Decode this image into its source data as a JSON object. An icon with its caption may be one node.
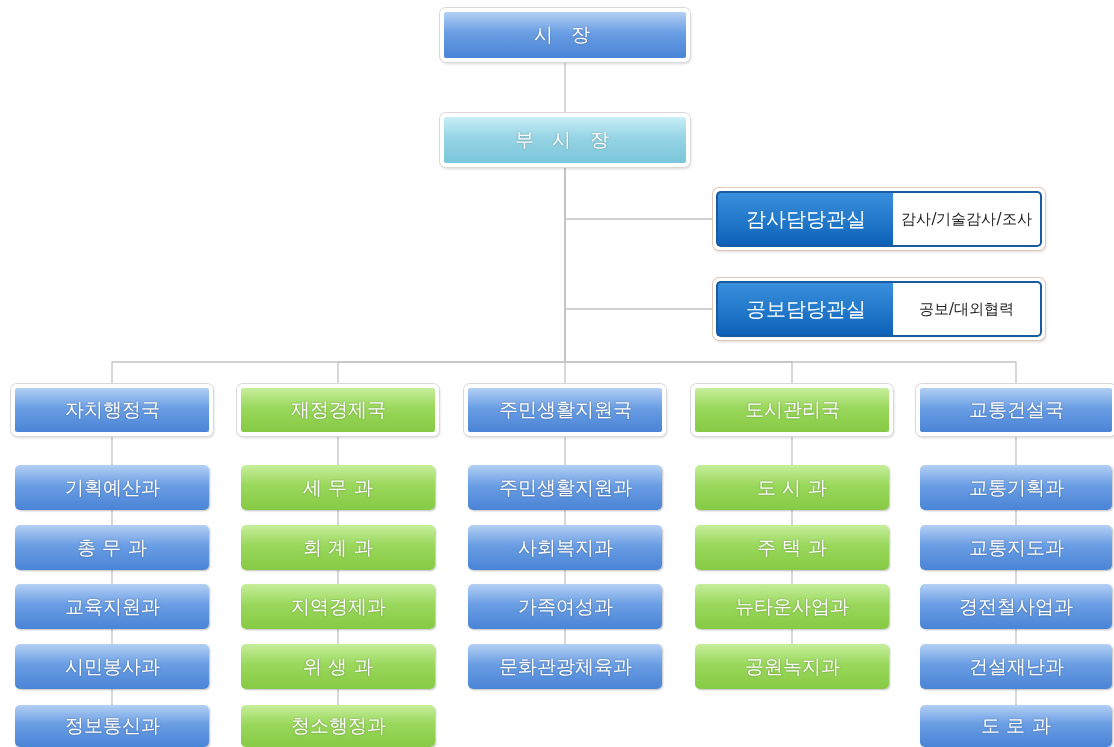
{
  "diagram": {
    "nodes": [
      {
        "text": [
          "시 장"
        ]
      },
      {
        "text": [
          "부 시 장"
        ]
      },
      {
        "text": [
          "감사담당관실",
          "감사/기술감사/조사"
        ]
      },
      {
        "text": [
          "공보담당관실",
          "공보/대외협력"
        ]
      },
      {
        "text": [
          "자치행정국"
        ]
      },
      {
        "text": [
          "재정경제국"
        ]
      },
      {
        "text": [
          "주민생활지원국"
        ]
      },
      {
        "text": [
          "도시관리국"
        ]
      },
      {
        "text": [
          "교통건설국"
        ]
      },
      {
        "text": [
          "기획예산과"
        ]
      },
      {
        "text": [
          "총 무 과"
        ]
      },
      {
        "text": [
          "교육지원과"
        ]
      },
      {
        "text": [
          "시민봉사과"
        ]
      },
      {
        "text": [
          "정보통신과"
        ]
      },
      {
        "text": [
          "세 무 과"
        ]
      },
      {
        "text": [
          "회 계 과"
        ]
      },
      {
        "text": [
          "지역경제과"
        ]
      },
      {
        "text": [
          "위 생 과"
        ]
      },
      {
        "text": [
          "청소행정과"
        ]
      },
      {
        "text": [
          "주민생활지원과"
        ]
      },
      {
        "text": [
          "사회복지과"
        ]
      },
      {
        "text": [
          "가족여성과"
        ]
      },
      {
        "text": [
          "문화관광체육과"
        ]
      },
      {
        "text": [
          "도 시 과"
        ]
      },
      {
        "text": [
          "주 택 과"
        ]
      },
      {
        "text": [
          "뉴타운사업과"
        ]
      },
      {
        "text": [
          "공원녹지과"
        ]
      },
      {
        "text": [
          "교통기획과"
        ]
      },
      {
        "text": [
          "교통지도과"
        ]
      },
      {
        "text": [
          "경전철사업과"
        ]
      },
      {
        "text": [
          "건설재난과"
        ]
      },
      {
        "text": [
          "도 로 과"
        ]
      }
    ],
    "edges": [
      {
        "from": 0,
        "to": 1,
        "arrow": "none"
      },
      {
        "from": 1,
        "to": 2,
        "arrow": "none"
      },
      {
        "from": 1,
        "to": 3,
        "arrow": "none"
      },
      {
        "from": 1,
        "to": 4,
        "arrow": "none"
      },
      {
        "from": 1,
        "to": 5,
        "arrow": "none"
      },
      {
        "from": 1,
        "to": 6,
        "arrow": "none"
      },
      {
        "from": 1,
        "to": 7,
        "arrow": "none"
      },
      {
        "from": 1,
        "to": 8,
        "arrow": "none"
      },
      {
        "from": 4,
        "to": 9,
        "arrow": "none"
      },
      {
        "from": 9,
        "to": 10,
        "arrow": "none"
      },
      {
        "from": 10,
        "to": 11,
        "arrow": "none"
      },
      {
        "from": 11,
        "to": 12,
        "arrow": "none"
      },
      {
        "from": 12,
        "to": 13,
        "arrow": "none"
      },
      {
        "from": 5,
        "to": 14,
        "arrow": "none"
      },
      {
        "from": 14,
        "to": 15,
        "arrow": "none"
      },
      {
        "from": 15,
        "to": 16,
        "arrow": "none"
      },
      {
        "from": 16,
        "to": 17,
        "arrow": "none"
      },
      {
        "from": 17,
        "to": 18,
        "arrow": "none"
      },
      {
        "from": 6,
        "to": 19,
        "arrow": "none"
      },
      {
        "from": 19,
        "to": 20,
        "arrow": "none"
      },
      {
        "from": 20,
        "to": 21,
        "arrow": "none"
      },
      {
        "from": 21,
        "to": 22,
        "arrow": "none"
      },
      {
        "from": 7,
        "to": 23,
        "arrow": "none"
      },
      {
        "from": 23,
        "to": 24,
        "arrow": "none"
      },
      {
        "from": 24,
        "to": 25,
        "arrow": "none"
      },
      {
        "from": 25,
        "to": 26,
        "arrow": "none"
      },
      {
        "from": 8,
        "to": 27,
        "arrow": "none"
      },
      {
        "from": 27,
        "to": 28,
        "arrow": "none"
      },
      {
        "from": 28,
        "to": 29,
        "arrow": "none"
      },
      {
        "from": 29,
        "to": 30,
        "arrow": "none"
      },
      {
        "from": 30,
        "to": 31,
        "arrow": "none"
      }
    ]
  }
}
